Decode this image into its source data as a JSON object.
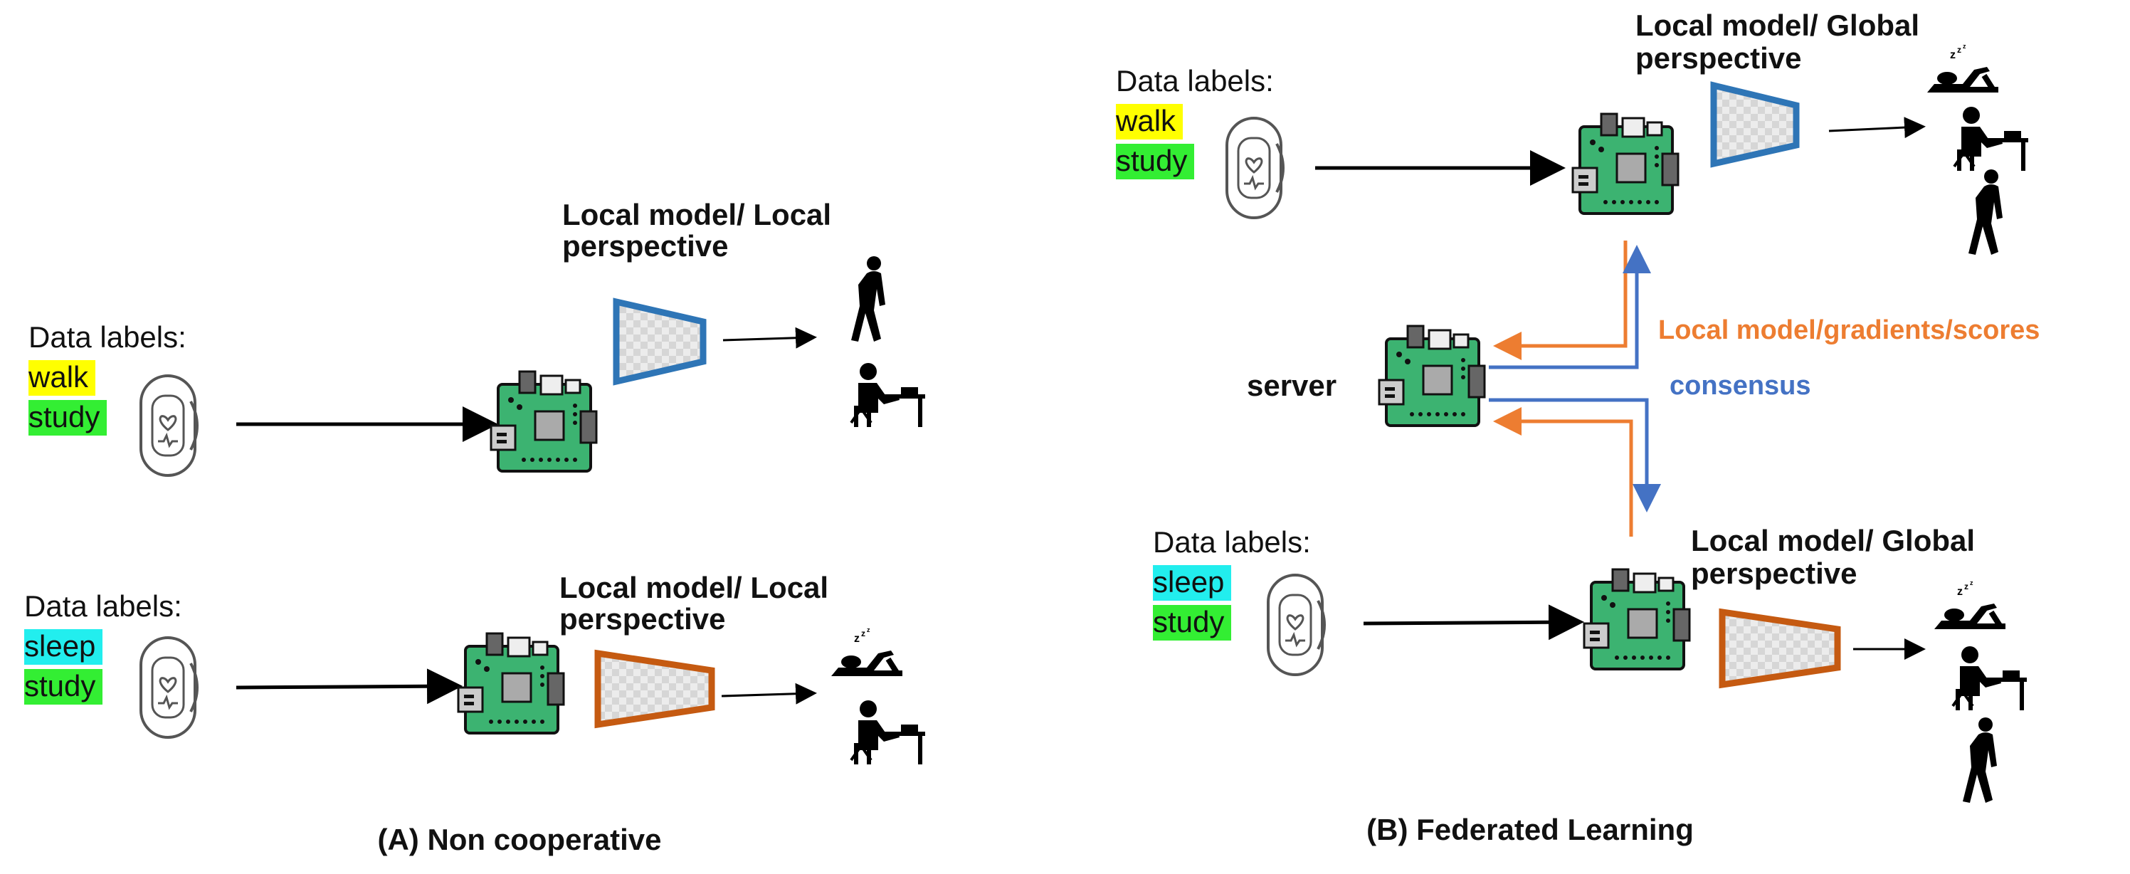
{
  "colors": {
    "hl_walk": "#ffff00",
    "hl_study": "#33ee33",
    "hl_sleep": "#22eeee",
    "model_blue": "#2e75b6",
    "model_orange": "#c55a11",
    "flow_orange": "#ed7d31",
    "flow_blue": "#4472c4",
    "board_green": "#3cb371"
  },
  "panel_a": {
    "title": "(A) Non cooperative",
    "top": {
      "data_labels_title": "Data labels:",
      "labels": [
        "walk",
        "study"
      ],
      "model_caption_line1": "Local model/ Local",
      "model_caption_line2": "perspective"
    },
    "bottom": {
      "data_labels_title": "Data labels:",
      "labels": [
        "sleep",
        "study"
      ],
      "model_caption_line1": "Local model/ Local",
      "model_caption_line2": "perspective"
    }
  },
  "panel_b": {
    "title": "(B) Federated Learning",
    "server_label": "server",
    "upload_label": "Local model/gradients/scores",
    "consensus_label": "consensus",
    "top": {
      "data_labels_title": "Data labels:",
      "labels": [
        "walk",
        "study"
      ],
      "model_caption_line1": "Local model/ Global",
      "model_caption_line2": "perspective"
    },
    "bottom": {
      "data_labels_title": "Data labels:",
      "labels": [
        "sleep",
        "study"
      ],
      "model_caption_line1": "Local model/ Global",
      "model_caption_line2": "perspective"
    }
  },
  "icons": [
    "smartwatch-icon",
    "circuit-board-icon",
    "model-trapezoid-icon",
    "walking-person-icon",
    "studying-person-icon",
    "sleeping-person-icon"
  ]
}
